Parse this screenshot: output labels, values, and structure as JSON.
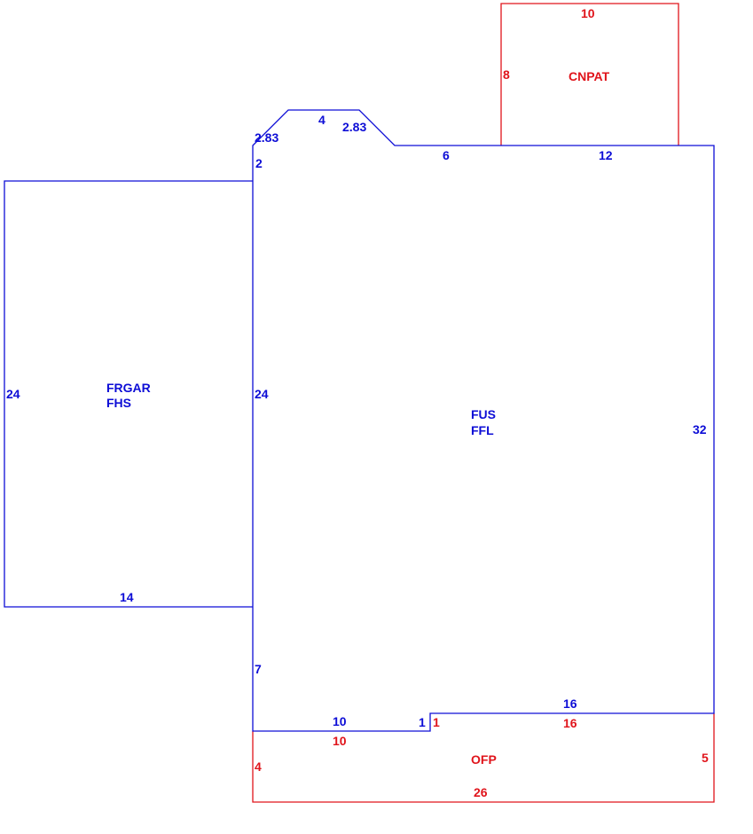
{
  "colors": {
    "blue": "#0d0dd6",
    "red": "#e0141b",
    "background": "#ffffff"
  },
  "areas": {
    "frgar": {
      "line1": "FRGAR",
      "line2": "FHS"
    },
    "fus": {
      "line1": "FUS",
      "line2": "FFL"
    },
    "cnpat": {
      "label": "CNPAT"
    },
    "ofp": {
      "label": "OFP"
    }
  },
  "dimensions": {
    "cnpat_top": "10",
    "cnpat_left": "8",
    "chamfer_left": "2.83",
    "chamfer_top": "4",
    "chamfer_right": "2.83",
    "fus_top_6": "6",
    "fus_top_12": "12",
    "fus_left_2": "2",
    "frgar_left": "24",
    "fus_left_24": "24",
    "fus_right": "32",
    "frgar_bottom": "14",
    "fus_left_7": "7",
    "fus_bottom_10": "10",
    "fus_step_1": "1",
    "fus_bottom_16": "16",
    "ofp_top_10": "10",
    "ofp_step_1": "1",
    "ofp_top_16": "16",
    "ofp_left": "4",
    "ofp_right": "5",
    "ofp_bottom": "26"
  }
}
